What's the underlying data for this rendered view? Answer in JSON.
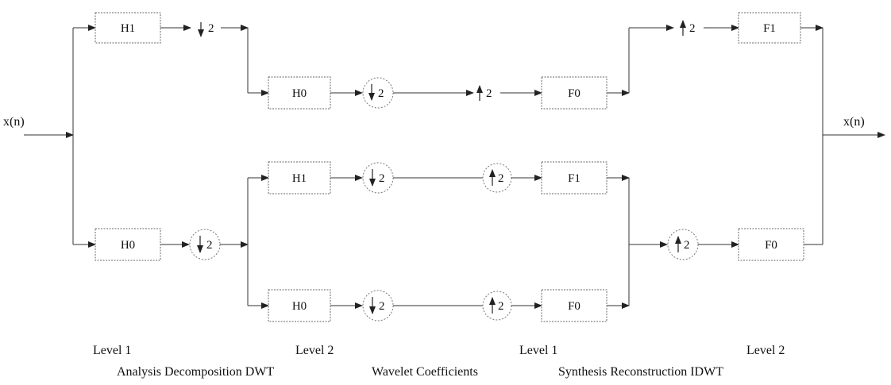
{
  "signals": {
    "input": "x(n)",
    "output": "x(n)"
  },
  "blocks": {
    "analysis_l1_high": "H1",
    "analysis_l1_low": "H0",
    "analysis_l2_high": "H1",
    "analysis_l2_low": "H0",
    "synthesis_l1_high": "F1",
    "synthesis_l1_low": "F0",
    "synthesis_l2_high": "F1",
    "synthesis_l2_low": "F0",
    "synthesis_l1_low_upper": "F0",
    "analysis_l2_low_upper": "H0"
  },
  "operators": {
    "down": "2",
    "up": "2"
  },
  "captions": {
    "level1_left": "Level 1",
    "level2_left": "Level 2",
    "level1_right": "Level 1",
    "level2_right": "Level 2",
    "analysis": "Analysis Decomposition DWT",
    "wavelet": "Wavelet Coefficients",
    "synthesis": "Synthesis Reconstruction IDWT"
  }
}
